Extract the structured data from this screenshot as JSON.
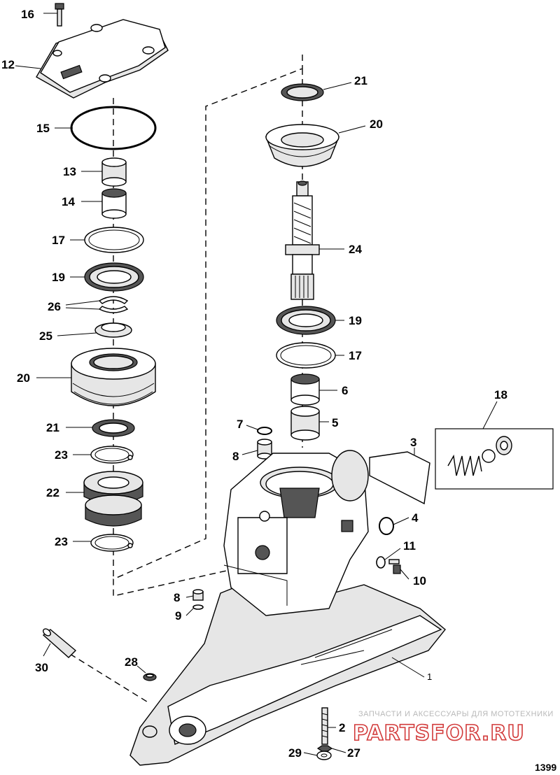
{
  "callouts": {
    "c16": "16",
    "c12": "12",
    "c15": "15",
    "c13": "13",
    "c14": "14",
    "c17a": "17",
    "c19a": "19",
    "c26": "26",
    "c25": "25",
    "c20a": "20",
    "c21a": "21",
    "c23a": "23",
    "c22": "22",
    "c23b": "23",
    "c21b": "21",
    "c20b": "20",
    "c24": "24",
    "c19b": "19",
    "c17b": "17",
    "c6": "6",
    "c5": "5",
    "c7": "7",
    "c8a": "8",
    "c18": "18",
    "c3": "3",
    "c4": "4",
    "c11": "11",
    "c10": "10",
    "c8b": "8",
    "c9": "9",
    "c30": "30",
    "c28": "28",
    "c1": "1",
    "c2": "2",
    "c29": "29",
    "c27": "27"
  },
  "watermark": {
    "tagline": "ЗАПЧАСТИ И АКСЕССУАРЫ ДЛЯ МОТОТЕХНИКИ",
    "brand": "PARTSFOR.RU"
  },
  "figure_number": "1399"
}
